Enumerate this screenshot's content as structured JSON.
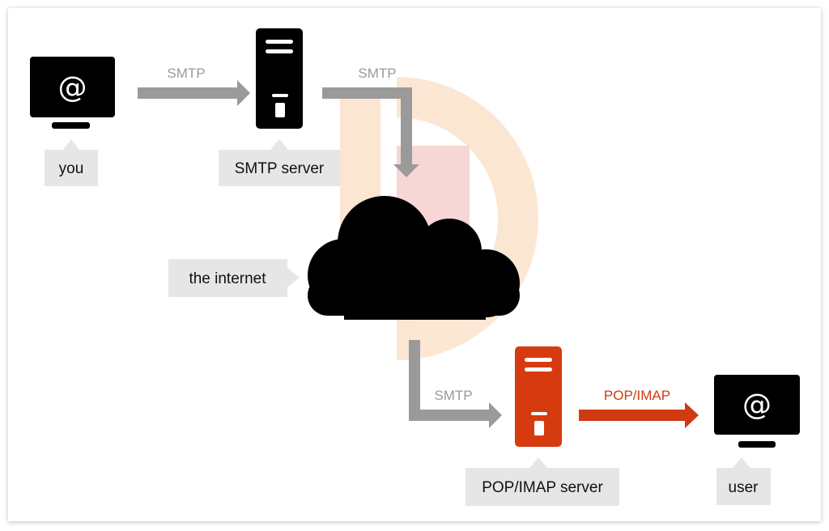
{
  "nodes": {
    "you": {
      "label": "you",
      "icon": "at-sign"
    },
    "smtp_server": {
      "label": "SMTP server"
    },
    "internet": {
      "label": "the internet"
    },
    "pop_imap_server": {
      "label": "POP/IMAP server"
    },
    "user": {
      "label": "user",
      "icon": "at-sign"
    }
  },
  "edges": [
    {
      "label": "SMTP",
      "color": "#9a9a9a"
    },
    {
      "label": "SMTP",
      "color": "#9a9a9a"
    },
    {
      "label": "SMTP",
      "color": "#9a9a9a"
    },
    {
      "label": "POP/IMAP",
      "color": "#d03a12"
    }
  ],
  "colors": {
    "server_accent": "#d63b10",
    "device": "#000000",
    "label_bg": "#e6e6e6"
  }
}
